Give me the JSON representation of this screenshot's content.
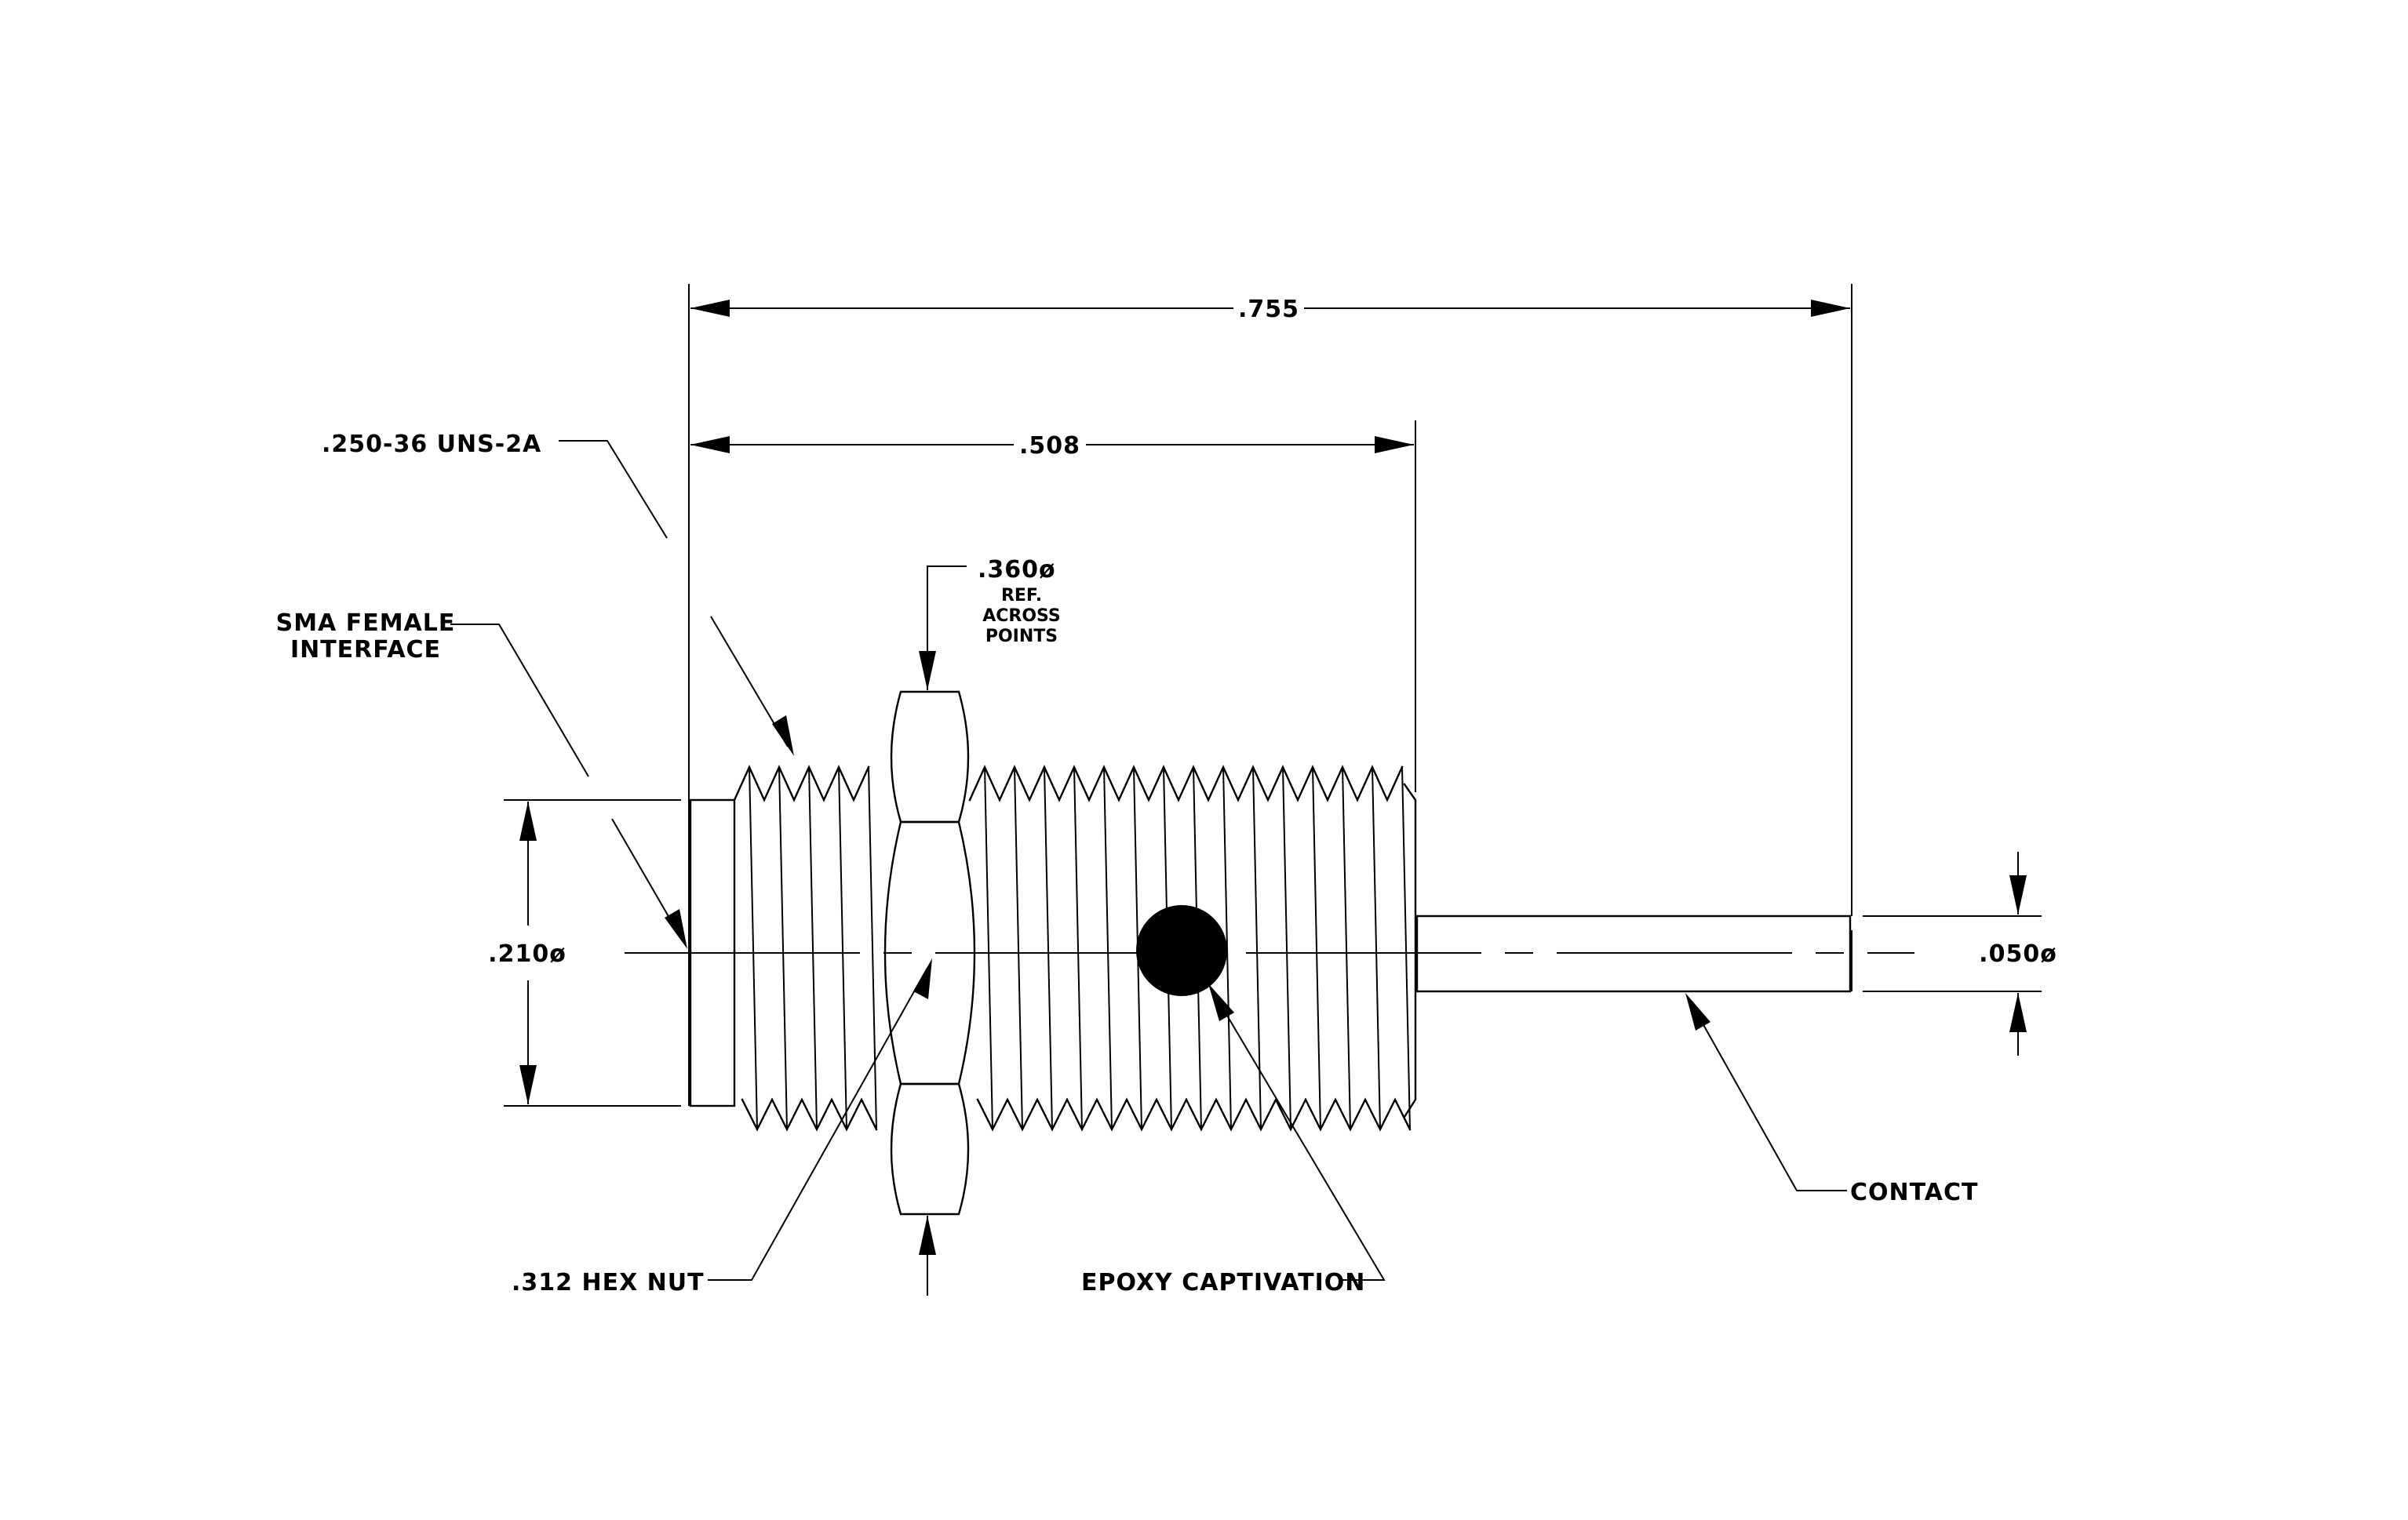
{
  "dimensions": {
    "overall_length": ".755",
    "thread_length": ".508",
    "body_diameter": ".210ø",
    "contact_diameter": ".050ø",
    "hex_across_points": ".360ø",
    "hex_across_points_note_1": "REF.",
    "hex_across_points_note_2": "ACROSS",
    "hex_across_points_note_3": "POINTS"
  },
  "callouts": {
    "thread_spec": ".250-36 UNS-2A",
    "interface_line_1": "SMA FEMALE",
    "interface_line_2": "INTERFACE",
    "hex_nut": ".312 HEX NUT",
    "epoxy": "EPOXY CAPTIVATION",
    "contact": "CONTACT"
  }
}
